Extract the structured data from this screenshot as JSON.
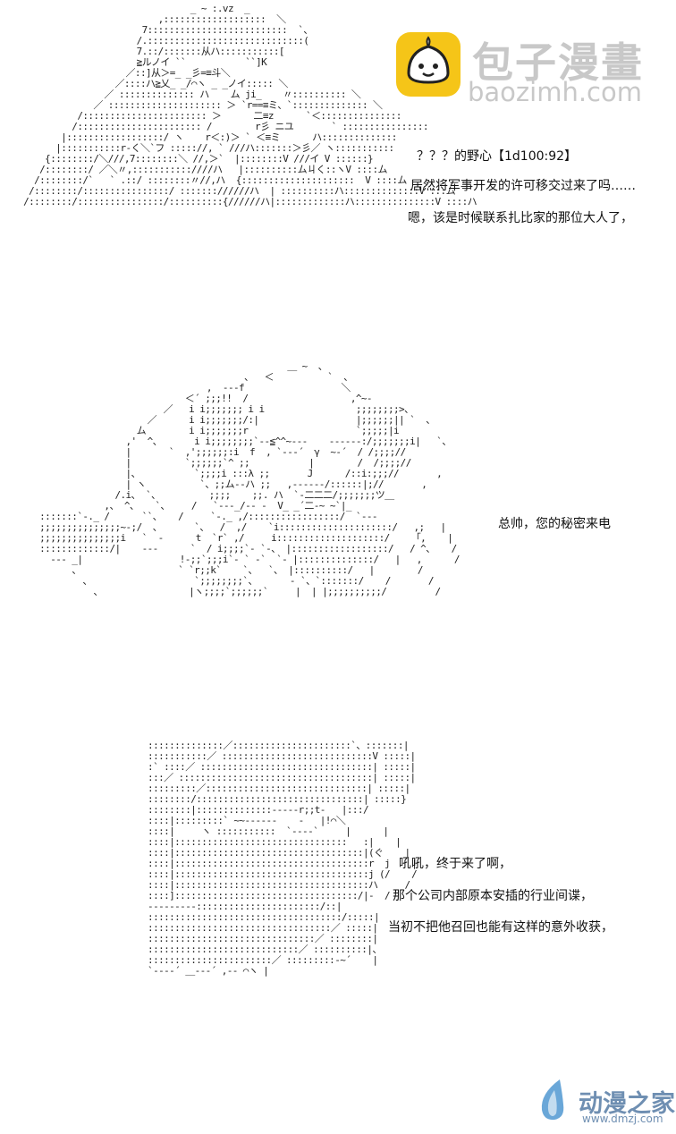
{
  "watermark_top": {
    "title": "包子漫畫",
    "url": "baozimh.com"
  },
  "watermark_bottom": {
    "title": "动漫之家",
    "url": "www.dmzj.com"
  },
  "panel1": {
    "lines": [
      "？？？的野心【1d100:92】",
      "居然将军事开发的许可移交过来了吗……",
      "嗯，该是时候联系扎比家的那位大人了，"
    ]
  },
  "panel2": {
    "lines": [
      "总帅，您的秘密来电"
    ]
  },
  "panel3": {
    "lines": [
      "吼吼，终于来了啊，",
      "那个公司内部原本安插的行业间谍，",
      "当初不把他召回也能有这样的意外收获，"
    ]
  },
  "colors": {
    "logo_yellow": "#f5c518",
    "watermark_gray": "#c8c8c8",
    "dmzj_blue": "#6f8fb2"
  }
}
